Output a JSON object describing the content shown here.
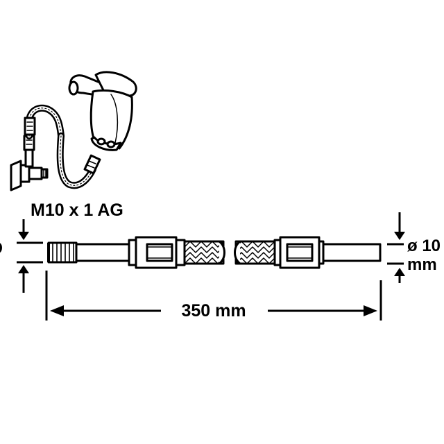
{
  "diagram": {
    "thread_label": "M10 x 1 AG",
    "length_label": "350 mm",
    "diameter_label": "ø 10",
    "diameter_unit": "mm",
    "left_cut_label": "D"
  },
  "colors": {
    "ink": "#000000",
    "background": "#ffffff"
  }
}
